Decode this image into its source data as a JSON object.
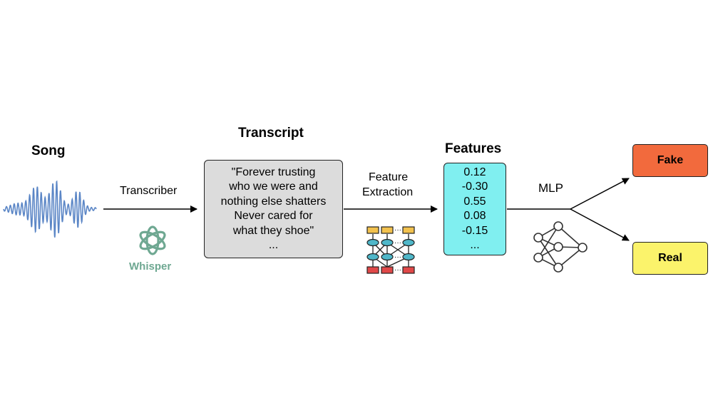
{
  "nodes": {
    "song": {
      "title": "Song",
      "icon": "waveform-icon"
    },
    "transcriber": {
      "label": "Transcriber",
      "brand": "Whisper",
      "icon": "openai-logo-icon"
    },
    "transcript": {
      "title": "Transcript",
      "lines": [
        "\"Forever trusting",
        "who we were and",
        "nothing else shatters",
        "Never cared for",
        "what they shoe\"",
        "..."
      ]
    },
    "feature_extraction": {
      "label_line1": "Feature",
      "label_line2": "Extraction",
      "icon": "neural-network-layers-icon"
    },
    "features": {
      "title": "Features",
      "values": [
        "0.12",
        "-0.30",
        "0.55",
        "0.08",
        "-0.15",
        "..."
      ]
    },
    "mlp": {
      "label": "MLP",
      "icon": "mlp-network-icon"
    },
    "outputs": {
      "fake": "Fake",
      "real": "Real"
    }
  },
  "colors": {
    "waveform": "#5b86c6",
    "whisper": "#6fa892",
    "transcript_fill": "#dcdcdc",
    "features_fill": "#80eff0",
    "fake_fill": "#f26a3d",
    "real_fill": "#fbf36b"
  }
}
